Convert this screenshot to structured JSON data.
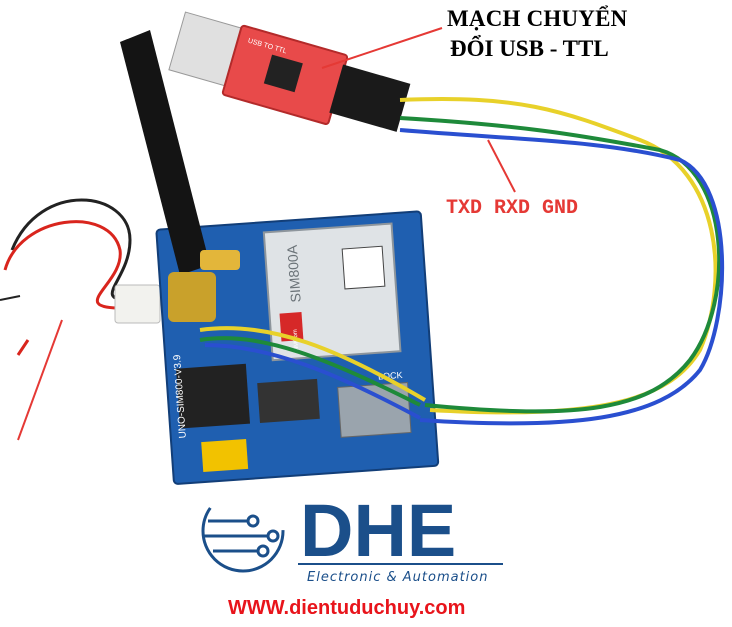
{
  "annotation": {
    "title_line1": "MẠCH CHUYỂN",
    "title_line2": "ĐỔI USB - TTL",
    "pins": "TXD RXD GND"
  },
  "board": {
    "module_label": "SIM800A",
    "board_label": "UNO-SIM800-V3.9",
    "maker_label": "SIMCom",
    "lock_label": "LOCK"
  },
  "converter": {
    "label": "USB TO TTL"
  },
  "logo": {
    "brand": "DHE",
    "tagline": "Electronic & Automation",
    "website": "WWW.dientuduchuy.com"
  },
  "colors": {
    "board": "#1f5fb0",
    "converter": "#e84a4a",
    "annotation": "#e53935",
    "logo_blue": "#1b4f8a",
    "website_red": "#e8141b"
  }
}
